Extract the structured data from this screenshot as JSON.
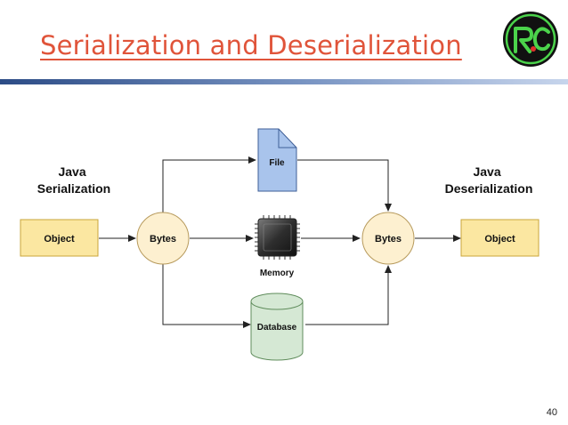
{
  "title": "Serialization and Deserialization",
  "logo_text": "R.C",
  "page_number": "40",
  "colors": {
    "title": "#e0543a",
    "node_fill": "#fdf0d0",
    "object_fill": "#fbe7a1",
    "file_fill": "#a9c4ec",
    "db_fill": "#d5e8d4",
    "logo_bg": "#111111",
    "logo_green": "#4bd34b",
    "logo_red": "#e0312b"
  },
  "diagram": {
    "left_heading": [
      "Java",
      "Serialization"
    ],
    "right_heading": [
      "Java",
      "Deserialization"
    ],
    "object_left": "Object",
    "bytes_left": "Bytes",
    "file": "File",
    "memory": "Memory",
    "database": "Database",
    "bytes_right": "Bytes",
    "object_right": "Object"
  }
}
